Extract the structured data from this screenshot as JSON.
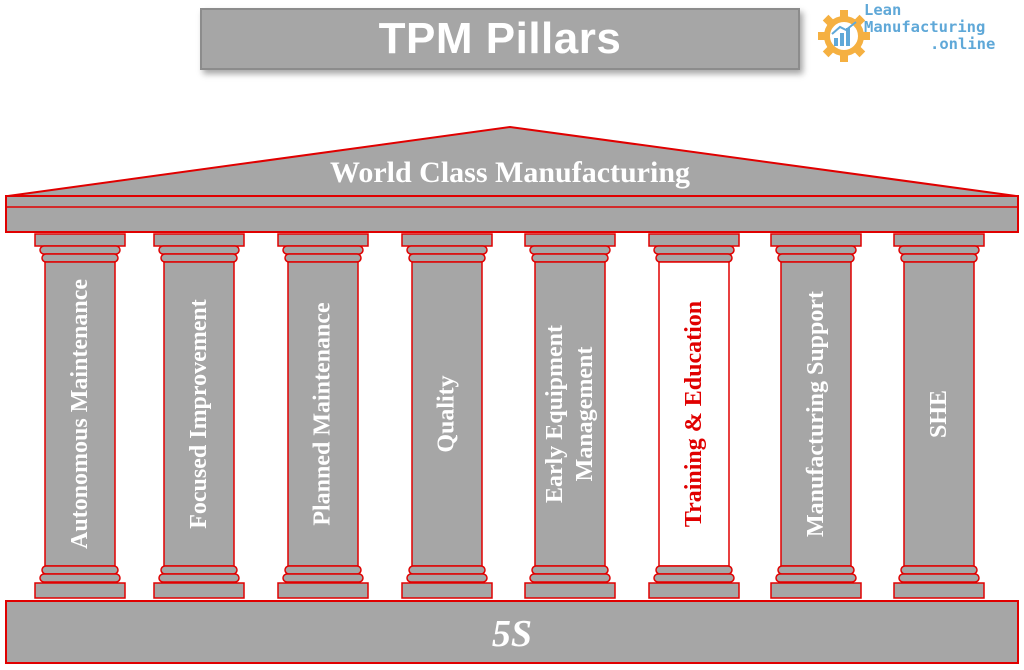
{
  "title": "TPM Pillars",
  "logo": {
    "line1": "Lean",
    "line2": "Manufacturing",
    "line3": ".online"
  },
  "roof": {
    "label": "World Class Manufacturing"
  },
  "pillars": [
    {
      "lines": [
        "Autonomous Maintenance"
      ],
      "highlight": false
    },
    {
      "lines": [
        "Focused Improvement"
      ],
      "highlight": false
    },
    {
      "lines": [
        "Planned Maintenance"
      ],
      "highlight": false
    },
    {
      "lines": [
        "Quality"
      ],
      "highlight": false
    },
    {
      "lines": [
        "Early Equipment",
        "Management"
      ],
      "highlight": false
    },
    {
      "lines": [
        "Training & Education"
      ],
      "highlight": true
    },
    {
      "lines": [
        "Manufacturing Support"
      ],
      "highlight": false
    },
    {
      "lines": [
        "SHE"
      ],
      "highlight": false
    }
  ],
  "base": {
    "label": "5S"
  },
  "colors": {
    "fill": "#a6a6a6",
    "outline": "#e00000",
    "highlight_fill": "#ffffff",
    "logo": "#5fa8d8"
  }
}
